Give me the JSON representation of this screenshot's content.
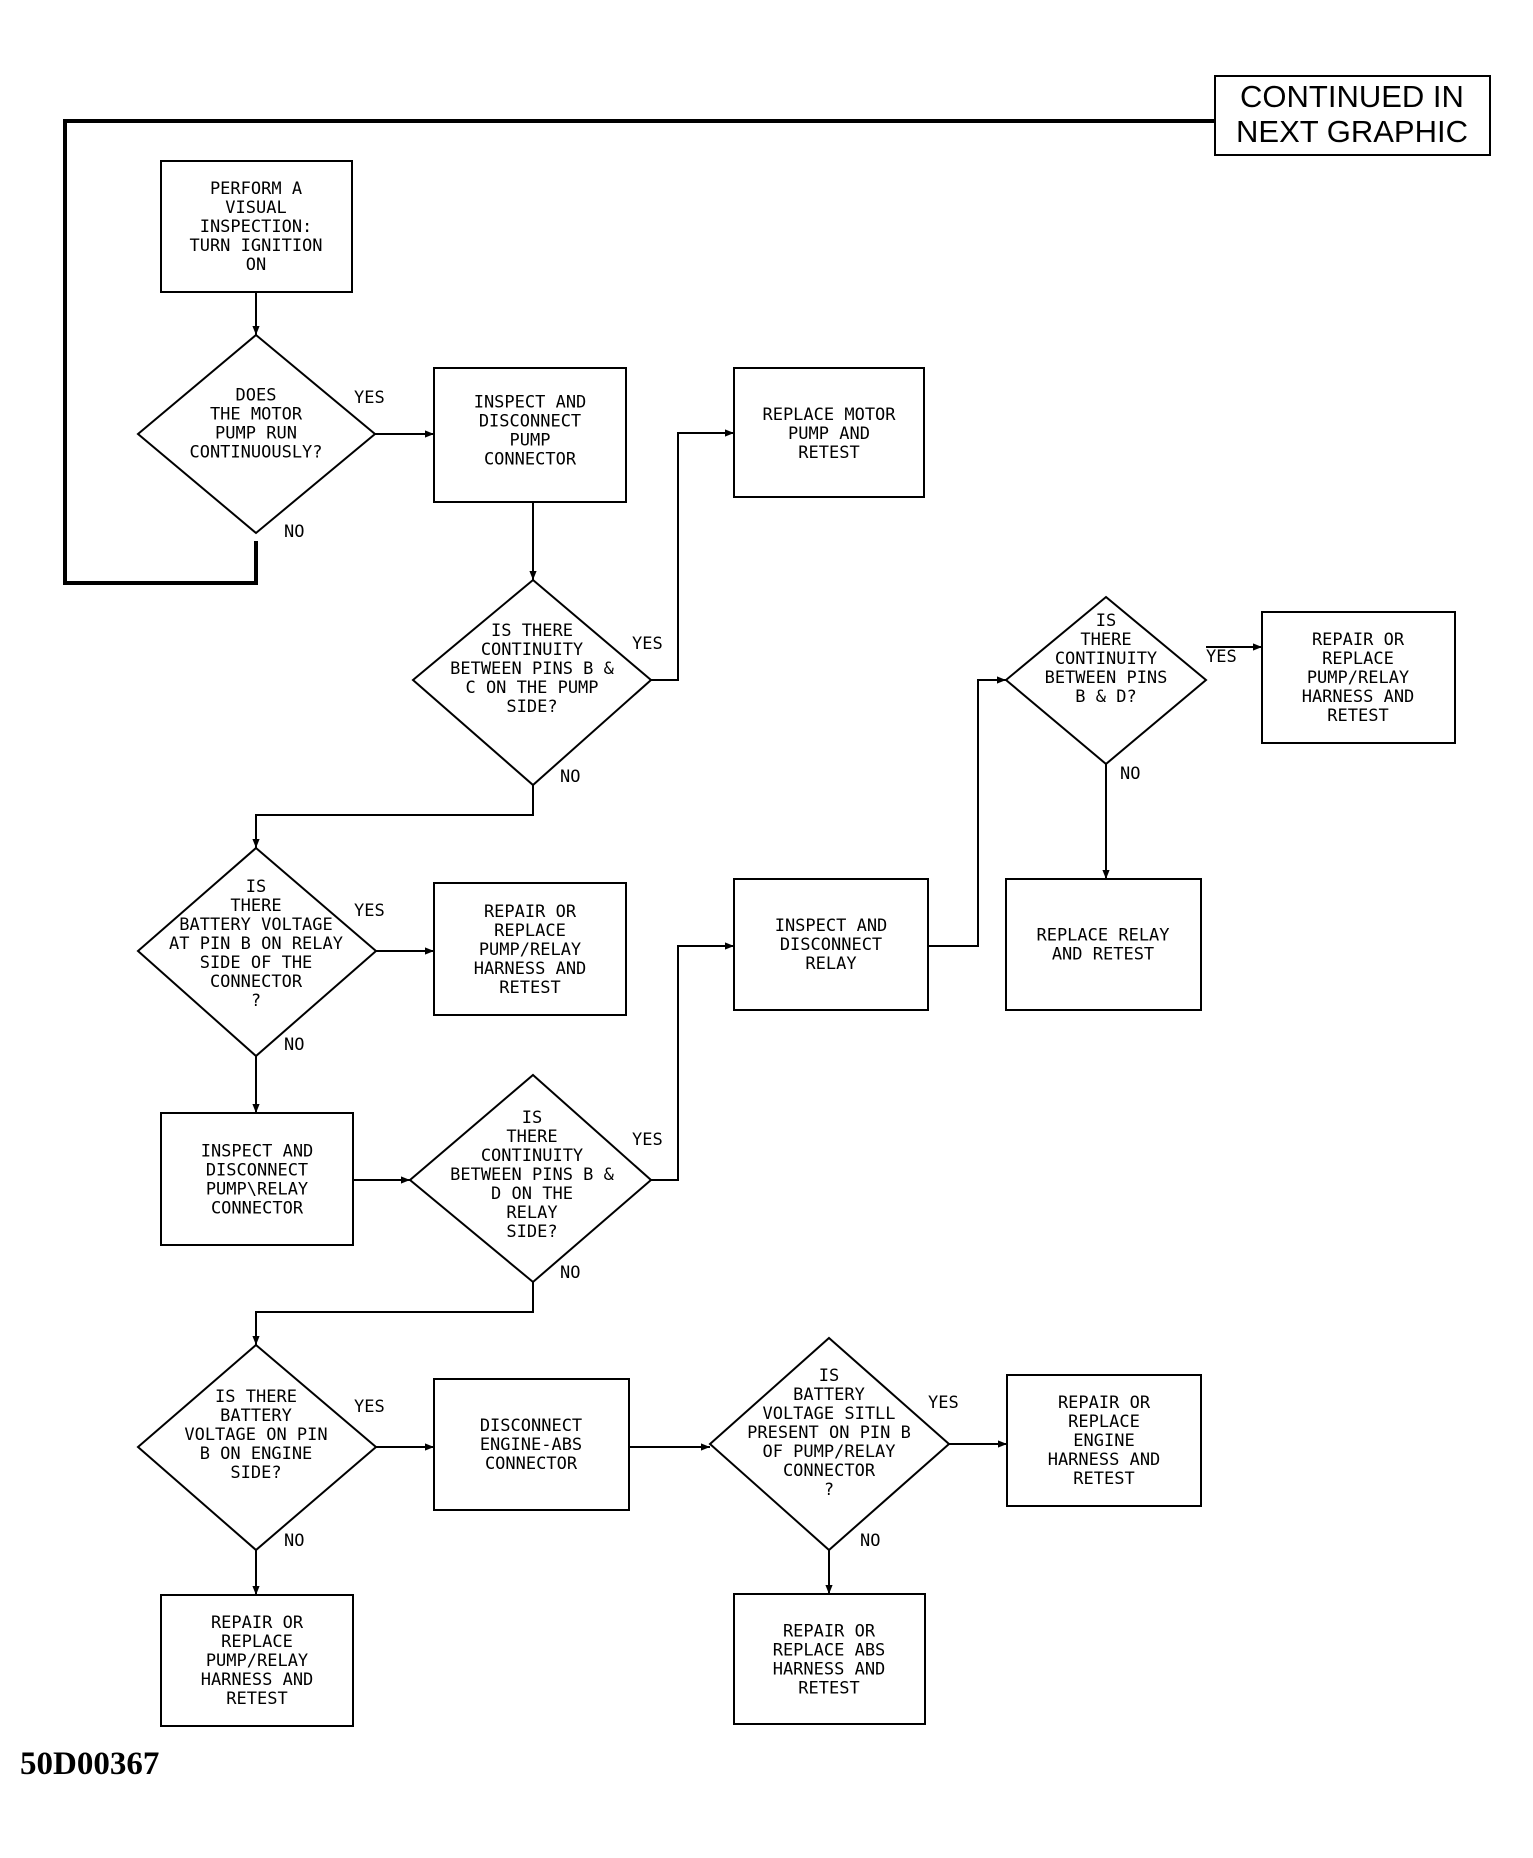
{
  "continued_label": [
    "CONTINUED IN",
    "NEXT GRAPHIC"
  ],
  "figure_id": "50D00367",
  "nodes": {
    "n1": [
      "PERFORM A",
      "VISUAL",
      "INSPECTION:",
      "TURN IGNITION",
      "ON"
    ],
    "d1": [
      "DOES",
      "THE MOTOR",
      "PUMP RUN",
      "CONTINUOUSLY?"
    ],
    "n2": [
      "INSPECT AND",
      "DISCONNECT",
      "PUMP",
      "CONNECTOR"
    ],
    "n3": [
      "REPLACE MOTOR",
      "PUMP AND",
      "RETEST"
    ],
    "d2": [
      "IS THERE",
      "CONTINUITY",
      "BETWEEN PINS B &",
      "C ON THE PUMP",
      "SIDE?"
    ],
    "d3": [
      "IS",
      "THERE",
      "BATTERY VOLTAGE",
      "AT PIN B ON RELAY",
      "SIDE OF THE",
      "CONNECTOR",
      "?"
    ],
    "n4": [
      "REPAIR OR",
      "REPLACE",
      "PUMP/RELAY",
      "HARNESS AND",
      "RETEST"
    ],
    "n5": [
      "INSPECT AND",
      "DISCONNECT",
      "PUMP\\RELAY",
      "CONNECTOR"
    ],
    "d4": [
      "IS",
      "THERE",
      "CONTINUITY",
      "BETWEEN PINS B &",
      "D ON THE",
      "RELAY",
      "SIDE?"
    ],
    "n6": [
      "INSPECT AND",
      "DISCONNECT",
      "RELAY"
    ],
    "d5": [
      "IS",
      "THERE",
      "CONTINUITY",
      "BETWEEN PINS",
      "B & D?"
    ],
    "n7": [
      "REPAIR OR",
      "REPLACE",
      "PUMP/RELAY",
      "HARNESS AND",
      "RETEST"
    ],
    "n8": [
      "REPLACE RELAY",
      "AND RETEST"
    ],
    "d6": [
      "IS THERE",
      "BATTERY",
      "VOLTAGE ON PIN",
      "B ON ENGINE",
      "SIDE?"
    ],
    "n9": [
      "DISCONNECT",
      "ENGINE-ABS",
      "CONNECTOR"
    ],
    "d7": [
      "IS",
      "BATTERY",
      "VOLTAGE SITLL",
      "PRESENT ON PIN B",
      "OF PUMP/RELAY",
      "CONNECTOR",
      "?"
    ],
    "n10": [
      "REPAIR OR",
      "REPLACE",
      "ENGINE",
      "HARNESS AND",
      "RETEST"
    ],
    "n11": [
      "REPAIR OR",
      "REPLACE",
      "PUMP/RELAY",
      "HARNESS AND",
      "RETEST"
    ],
    "n12": [
      "REPAIR OR",
      "REPLACE ABS",
      "HARNESS AND",
      "RETEST"
    ]
  },
  "edge_labels": {
    "d1_yes": "YES",
    "d1_no": "NO",
    "d2_yes": "YES",
    "d2_no": "NO",
    "d3_yes": "YES",
    "d3_no": "NO",
    "d4_yes": "YES",
    "d4_no": "NO",
    "d5_yes": "YES",
    "d5_no": "NO",
    "d6_yes": "YES",
    "d6_no": "NO",
    "d7_yes": "YES",
    "d7_no": "NO"
  }
}
